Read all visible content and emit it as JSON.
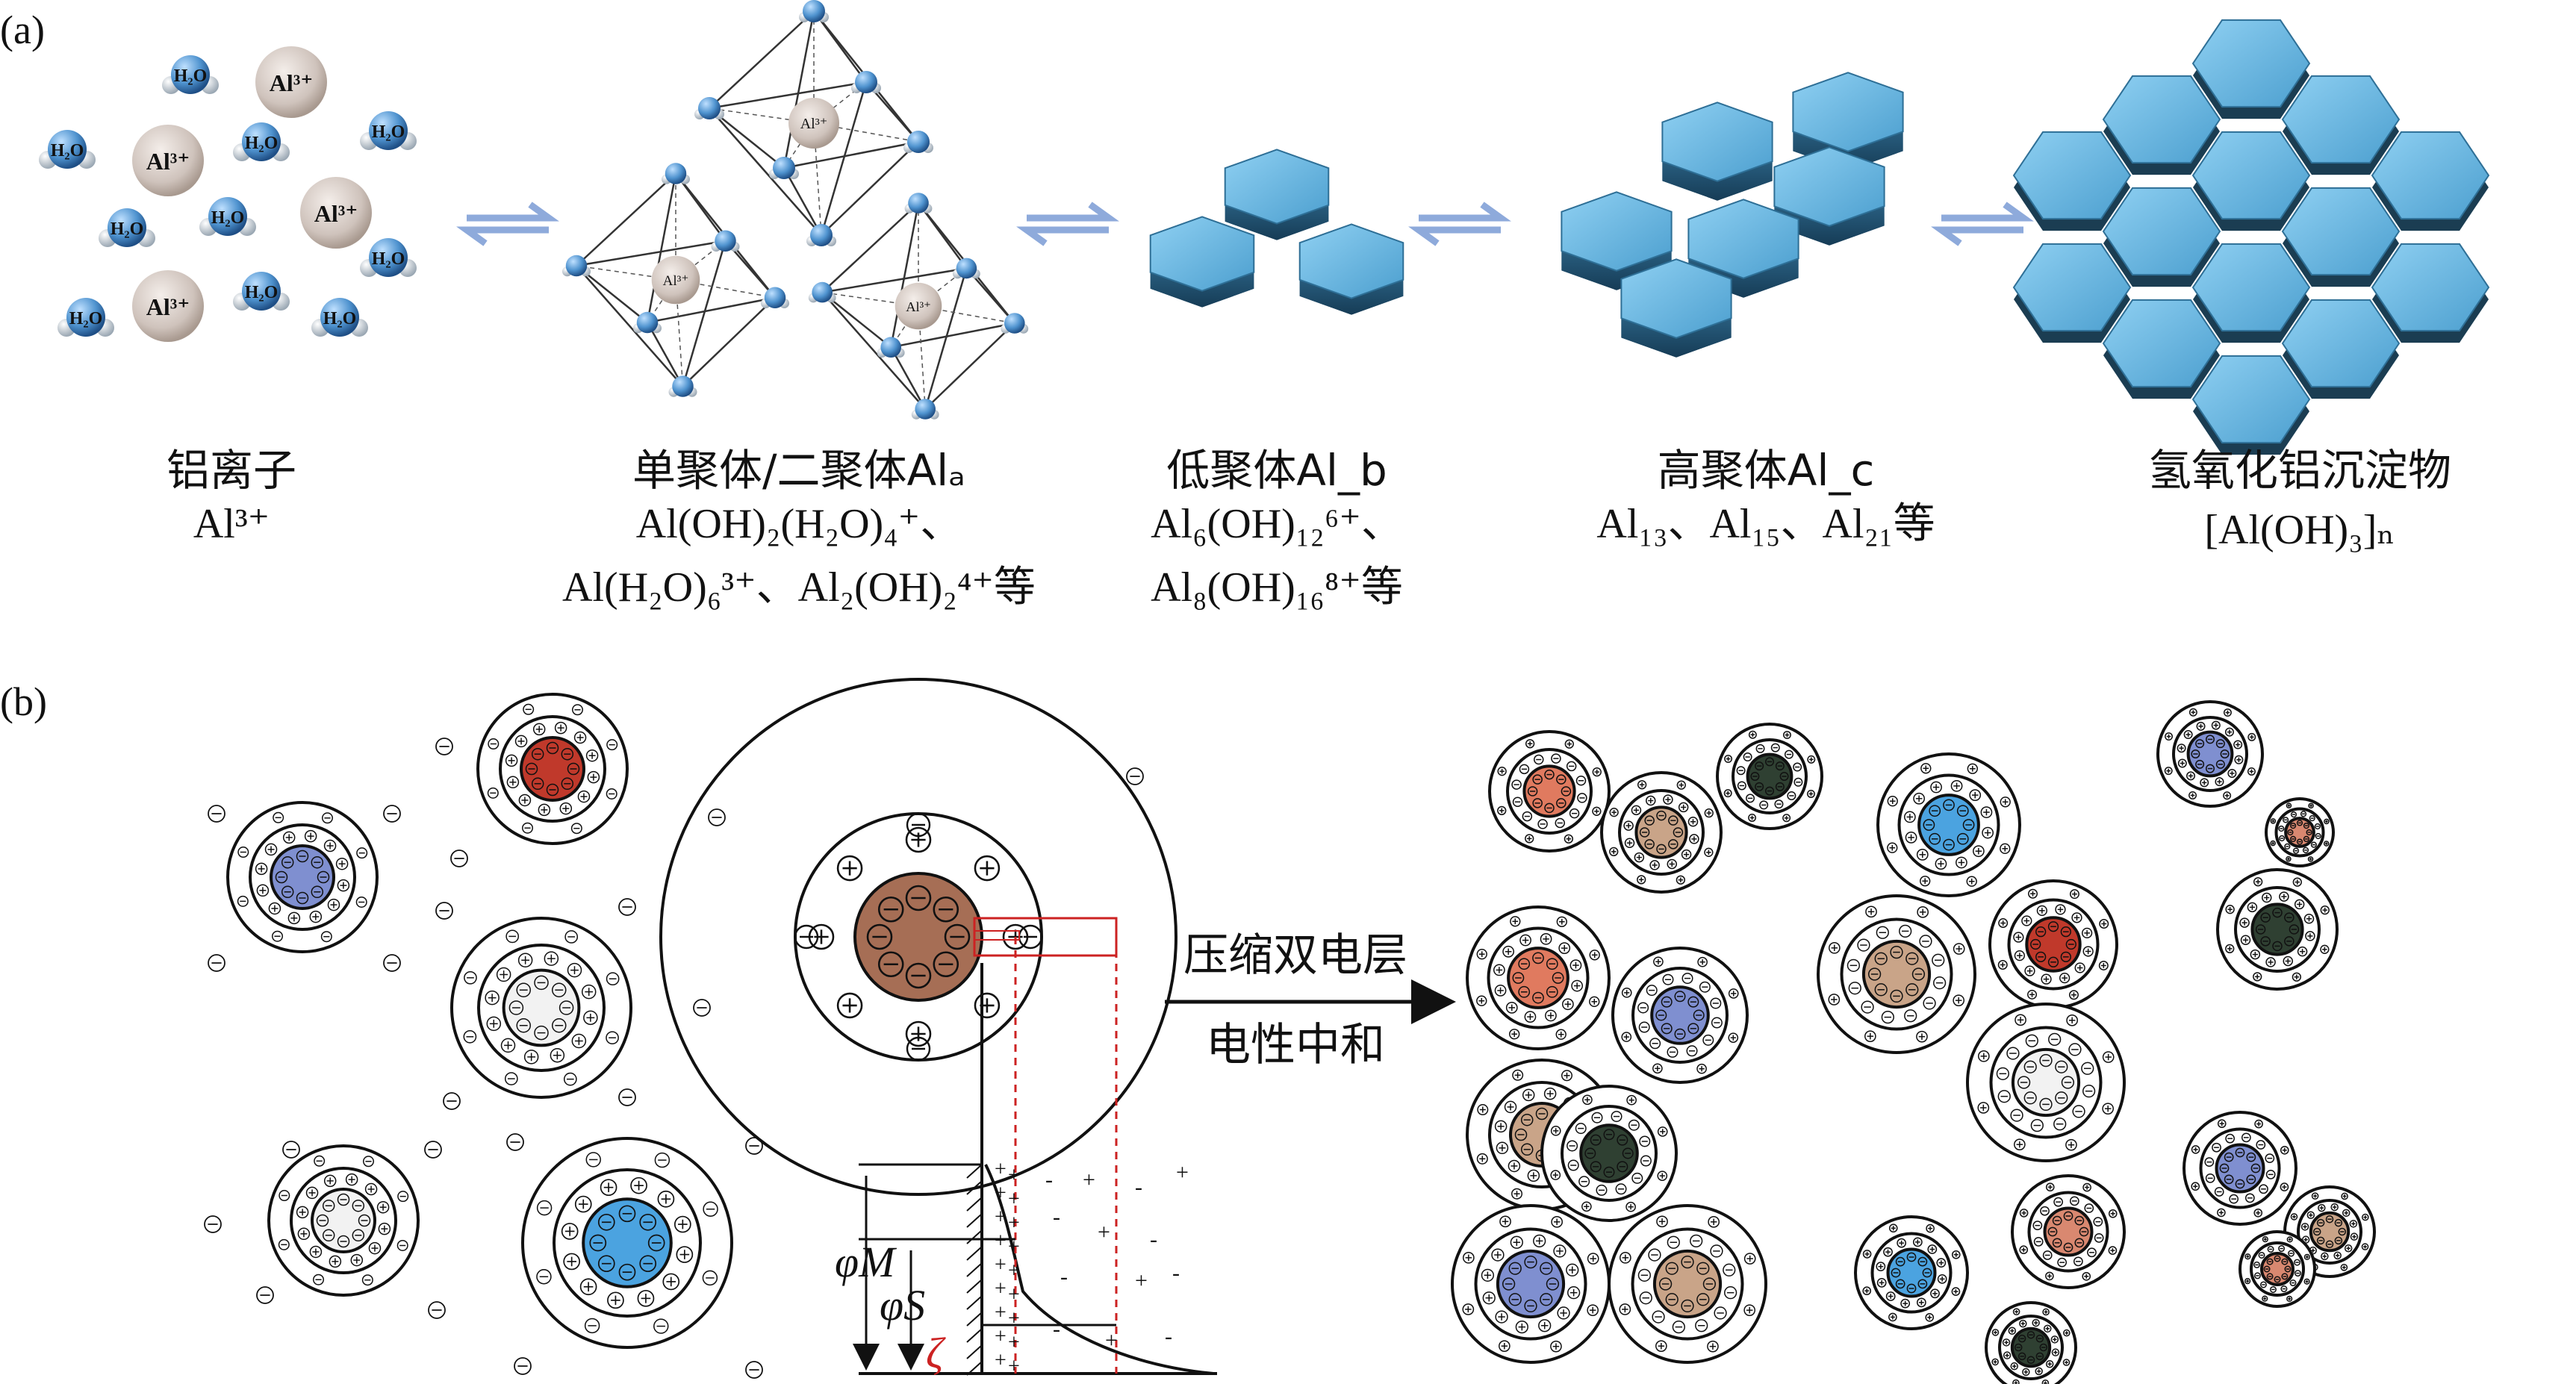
{
  "panel_a": {
    "label": "(a)",
    "ions": {
      "water": "H₂O",
      "al": "Al³⁺"
    },
    "stages": [
      {
        "name": "铝离子",
        "lines": [
          "Al³⁺"
        ]
      },
      {
        "name": "单聚体/二聚体Alₐ",
        "lines": [
          "Al(OH)₂(H₂O)₄⁺、",
          "Al(H₂O)₆³⁺、Al₂(OH)₂⁴⁺等"
        ]
      },
      {
        "name": "低聚体Al_b",
        "lines": [
          "Al₆(OH)₁₂⁶⁺、",
          "Al₈(OH)₁₆⁸⁺等"
        ]
      },
      {
        "name": "高聚体Al_c",
        "lines": [
          "Al₁₃、Al₁₅、Al₂₁等"
        ]
      },
      {
        "name": "氢氧化铝沉淀物",
        "lines": [
          "[Al(OH)₃]ₙ"
        ]
      }
    ]
  },
  "panel_b": {
    "label": "(b)",
    "arrow_top": "压缩双电层",
    "arrow_bottom": "电性中和",
    "phi_m": "φM",
    "phi_s": "φS",
    "zeta": "ζ"
  },
  "colors": {
    "hex_fill": "#5aa9d6",
    "hex_dark": "#2e6f96",
    "red": "#cc2222",
    "core_colors": [
      "#7f8fd0",
      "#c0392b",
      "#f2f2f2",
      "#4ba3e0",
      "#a66e55",
      "#e07a5f",
      "#2f4032",
      "#c9a488",
      "#d98870"
    ]
  }
}
